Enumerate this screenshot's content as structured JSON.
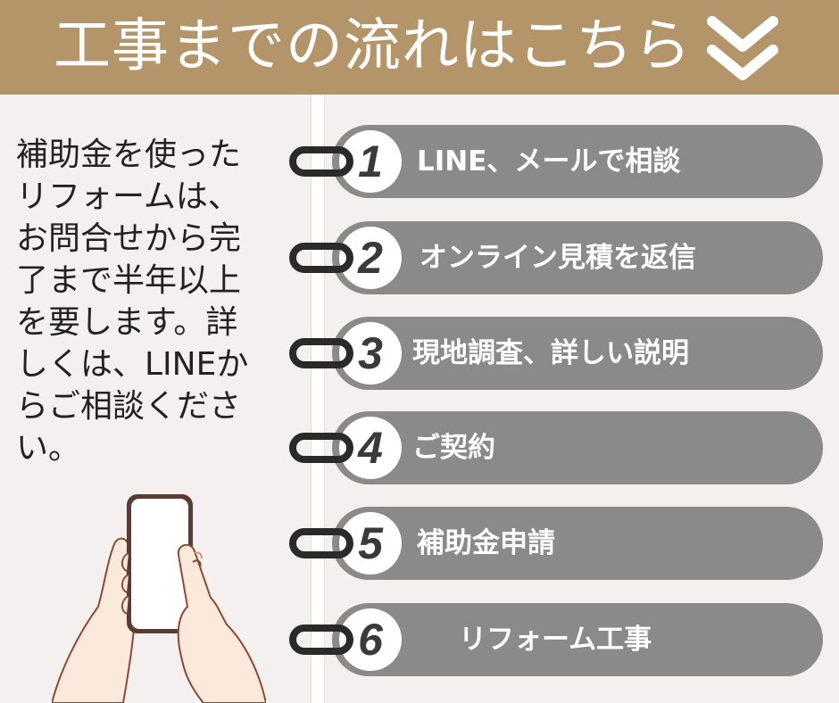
{
  "header": {
    "title": "工事までの流れはこちら"
  },
  "intro": {
    "text": "補助金を使ったリフォームは、お問合せから完了まで半年以上を要します。詳しくは、LINEからご相談ください。"
  },
  "steps": [
    {
      "number": "1",
      "label": "LINE、メールで相談"
    },
    {
      "number": "2",
      "label": "オンライン見積を返信"
    },
    {
      "number": "3",
      "label": "現地調査、詳しい説明"
    },
    {
      "number": "4",
      "label": "ご契約"
    },
    {
      "number": "5",
      "label": "補助金申請"
    },
    {
      "number": "6",
      "label": "リフォーム工事"
    }
  ],
  "colors": {
    "header_bg": "#b4956a",
    "page_bg": "#f4f0ef",
    "step_bg": "#8a8a8a",
    "ring": "#2a2a2a"
  },
  "icons": {
    "header": "chevron-double-down-icon",
    "illustration": "hands-holding-phone-icon"
  }
}
